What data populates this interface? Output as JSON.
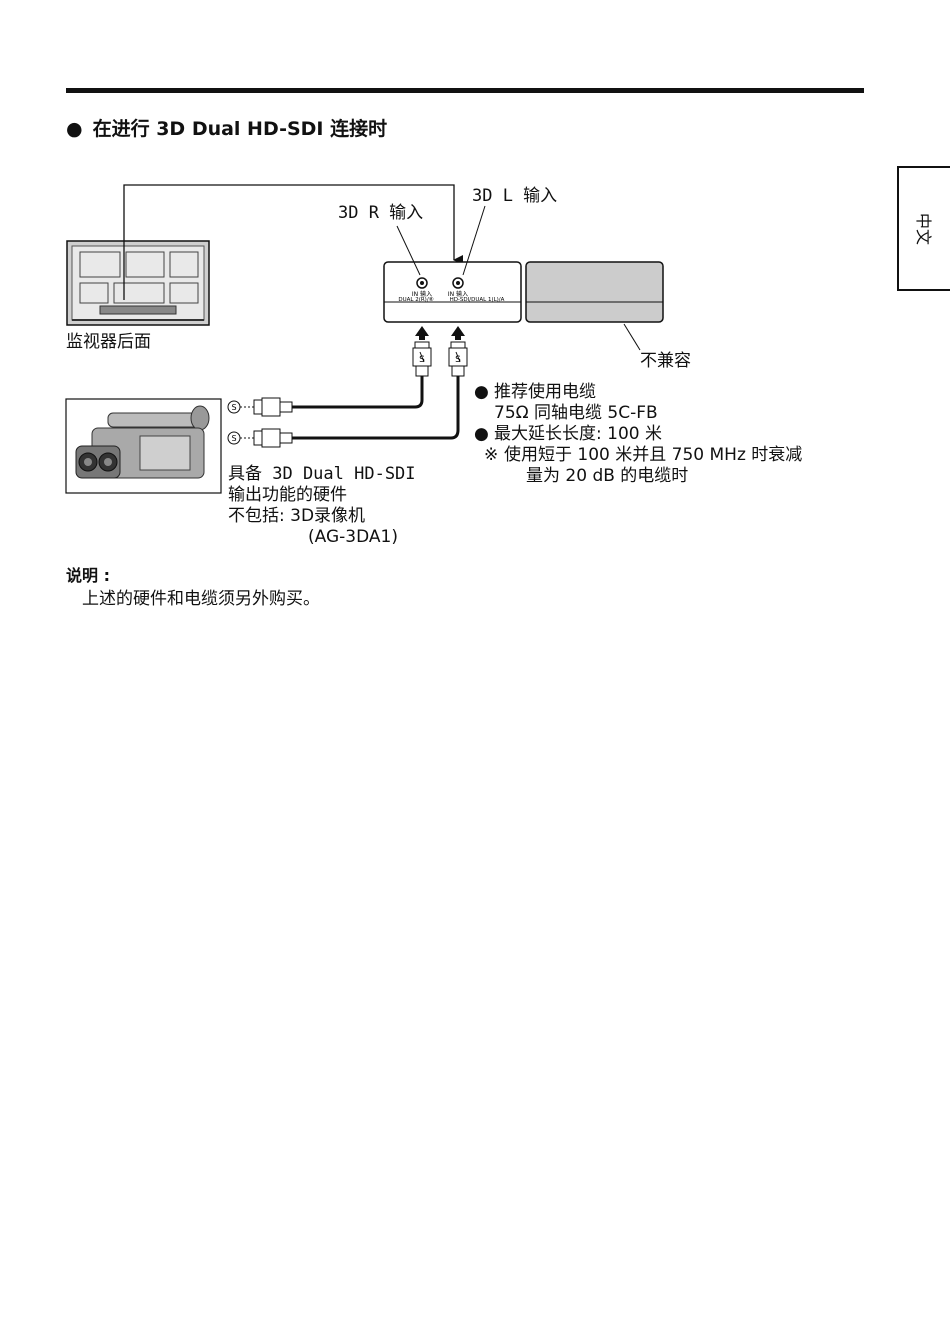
{
  "heading": {
    "bullet": "●",
    "text": "在进行 3D Dual HD-SDI 连接时"
  },
  "side_tab": {
    "label": "中文"
  },
  "diagram": {
    "input_r_label": "3D R 输入",
    "input_l_label": "3D L 输入",
    "port_r_tag": "IN 输入",
    "port_l_tag": "IN 输入",
    "port_r_caption": "DUAL 2(R)/⑧",
    "port_l_caption": "HD-SDI/DUAL 1(L)/A",
    "monitor_back_label": "监视器后面",
    "incompatible_label": "不兼容",
    "connector_mark": "S",
    "hardware_caption": [
      "具备 3D Dual HD-SDI",
      "输出功能的硬件",
      "不包括: 3D录像机",
      "(AG-3DA1)"
    ],
    "cable_specs": [
      {
        "bullet": "●",
        "text": "推荐使用电缆"
      },
      {
        "bullet": "",
        "text": "75Ω 同轴电缆 5C-FB"
      },
      {
        "bullet": "●",
        "text": "最大延长长度: 100 米"
      },
      {
        "bullet": "※",
        "text": "使用短于 100 米并且 750 MHz 时衰减"
      },
      {
        "bullet": "",
        "text": "量为 20 dB 的电缆时"
      }
    ]
  },
  "note": {
    "title": "说明 :",
    "body": "上述的硬件和电缆须另外购买。"
  }
}
